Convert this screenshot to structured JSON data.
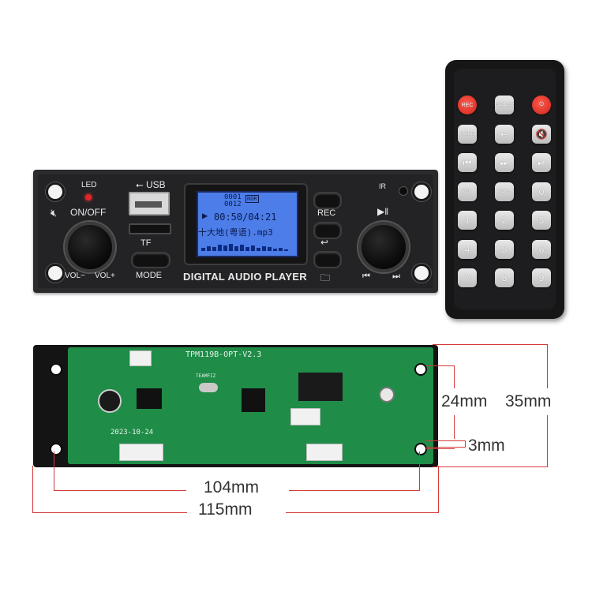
{
  "front_panel": {
    "led_label": "LED",
    "power_label": "ON/OFF",
    "usb_label": "USB",
    "tf_label": "TF",
    "mode_label": "MODE",
    "vol_minus_label": "VOL−",
    "vol_plus_label": "VOL+",
    "rec_label": "REC",
    "ir_label": "IR",
    "title": "DIGITAL AUDIO PLAYER",
    "lcd": {
      "track_number": "0001",
      "track_total": "0012",
      "eq_mode": "NOR",
      "time": "00:50/04:21",
      "filename": "十大地(粤语).mp3"
    }
  },
  "remote": {
    "rows": [
      [
        "REC",
        "FOLDER",
        "⏻"
      ],
      [
        "MODE",
        "↩",
        "🔇"
      ],
      [
        "⏮",
        "⏭",
        "⏯"
      ],
      [
        "VOL-",
        "VOL+",
        "0"
      ],
      [
        "1",
        "2",
        "3"
      ],
      [
        "4",
        "5",
        "6"
      ],
      [
        "7",
        "8",
        "9"
      ]
    ]
  },
  "pcb": {
    "model": "TPM119B-OPT-V2.3",
    "date": "2023-10-24",
    "brand": "TEAMFIZ"
  },
  "dimensions": {
    "height_inner": "24mm",
    "height_outer": "35mm",
    "edge_offset": "3mm",
    "width_inner": "104mm",
    "width_outer": "115mm"
  }
}
